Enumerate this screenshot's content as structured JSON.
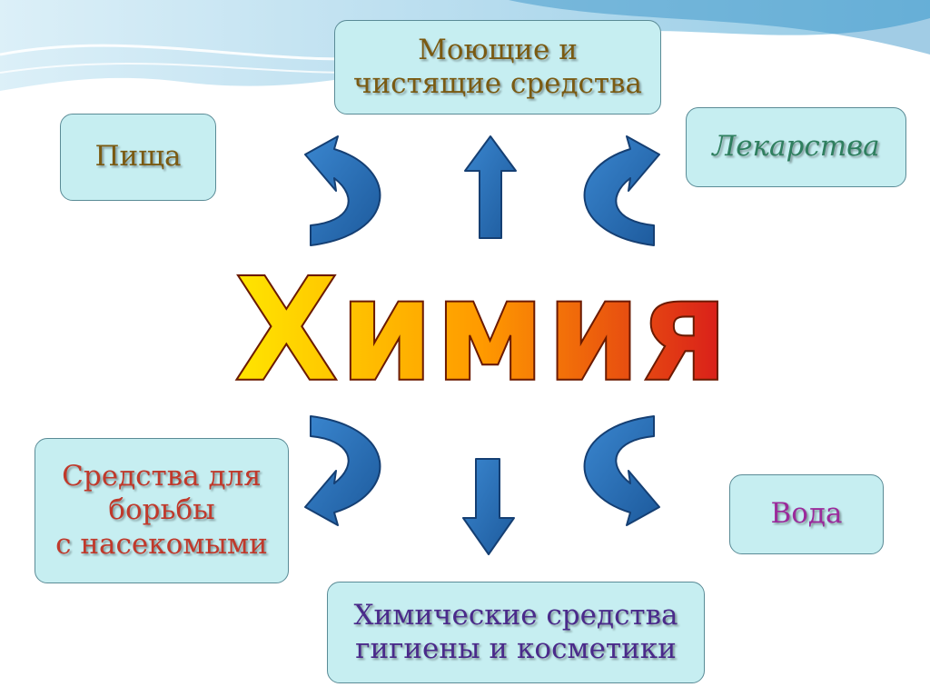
{
  "slide": {
    "title": "Химия",
    "items": [
      {
        "id": "detergents",
        "label": "Моющие и\nчистящие средства",
        "color": "#7a5a12"
      },
      {
        "id": "food",
        "label": "Пища",
        "color": "#7a5a12"
      },
      {
        "id": "medicine",
        "label": "Лекарства",
        "color": "#2f7f5f"
      },
      {
        "id": "insecticides",
        "label": "Средства для\nборьбы\nс насекомыми",
        "color": "#c0392b"
      },
      {
        "id": "water",
        "label": "Вода",
        "color": "#9b2a9b"
      },
      {
        "id": "hygiene",
        "label": "Химические средства\nгигиены и косметики",
        "color": "#4a2a8a"
      }
    ]
  },
  "colors": {
    "box_fill": "#c6eef1",
    "box_border": "#5a8b96",
    "arrow_fill": "#2b6fb5",
    "arrow_outline": "#153f73",
    "title_fill_top": "#ffd400",
    "title_fill_bottom": "#e0201b",
    "wave_color": "#4aa8d4"
  }
}
